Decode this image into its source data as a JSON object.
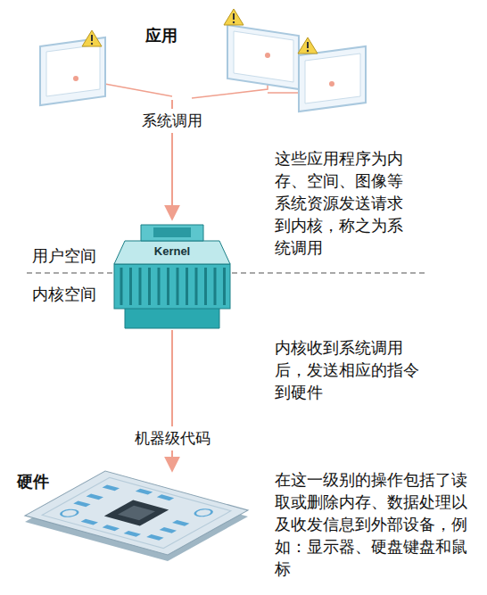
{
  "diagram": {
    "nodes": [
      {
        "text": [
          "应用"
        ]
      },
      {
        "text": [
          "Kernel"
        ]
      },
      {
        "text": [
          "硬件"
        ]
      }
    ],
    "edges": [
      {
        "from": 0,
        "to": 1,
        "arrow": "to",
        "label": "系统调用"
      },
      {
        "from": 1,
        "to": 2,
        "arrow": "to",
        "label": "机器级代码"
      }
    ],
    "labels": [
      "这些应用程序为内存、空间、图像等系统资源发送请求到内核，称之为系统调用",
      "用户空间",
      "内核空间",
      "内核收到系统调用后，发送相应的指令到硬件",
      "在这一级别的操作包括了读取或删除内存、数据处理以及收发信息到外部设备，例如：显示器、硬盘键盘和鼠标"
    ]
  }
}
